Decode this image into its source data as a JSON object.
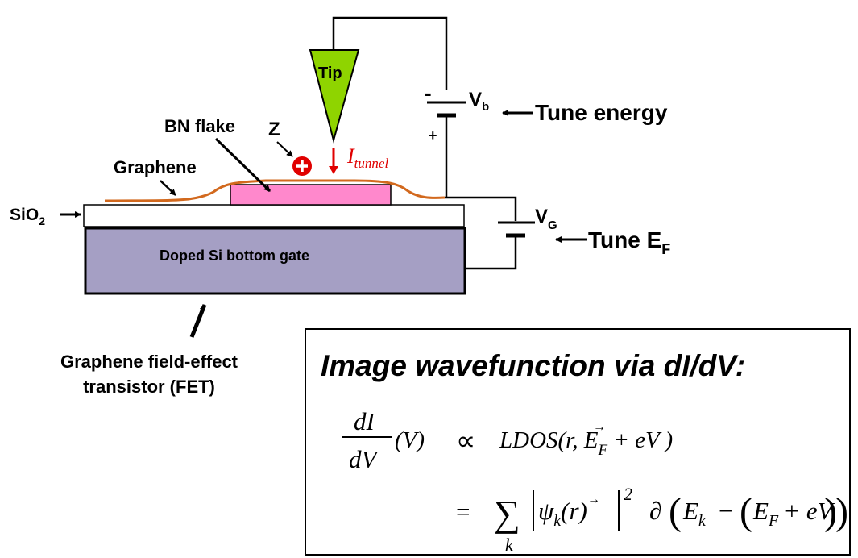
{
  "colors": {
    "tip_fill": "#8fd400",
    "bn_flake": "#ff88cc",
    "graphene_line": "#d2691e",
    "gate_fill": "#a59fc4",
    "current_red": "#e00000",
    "wire": "#000000"
  },
  "labels": {
    "tip": "Tip",
    "z": "Z",
    "bn_flake": "BN flake",
    "graphene": "Graphene",
    "sio2_base": "SiO",
    "sio2_sub": "2",
    "gate": "Doped Si bottom gate",
    "itunnel_base": "I",
    "itunnel_sub": "tunnel",
    "vb_base": "V",
    "vb_sub": "b",
    "vg_base": "V",
    "vg_sub": "G",
    "minus": "-",
    "plus": "+",
    "tune_energy": "Tune energy",
    "tune_ef_base": "Tune E",
    "tune_ef_sub": "F",
    "fet_line1": "Graphene field-effect",
    "fet_line2": "transistor (FET)"
  },
  "icons": {
    "charge": "plus-charge-icon"
  },
  "formula": {
    "title": "Image wavefunction via dI/dV:",
    "frac_num": "dI",
    "frac_den": "dV",
    "arg_v": "(V)",
    "propto": "∝",
    "ldos": "LDOS(",
    "r_vec": "r",
    "comma_e": ", E",
    "f_sub": "F",
    "plus_ev": " + eV )",
    "equals": "=",
    "sum": "∑",
    "sum_index": "k",
    "psi": "ψ",
    "psi_sub": "k",
    "paren_r": "(r)",
    "power": "2",
    "partial": "∂",
    "e_k": "E",
    "e_k_sub": "k",
    "minus": "−",
    "e_f": "E",
    "e_f_sub": "F",
    "plus_ev2": "+ eV"
  }
}
